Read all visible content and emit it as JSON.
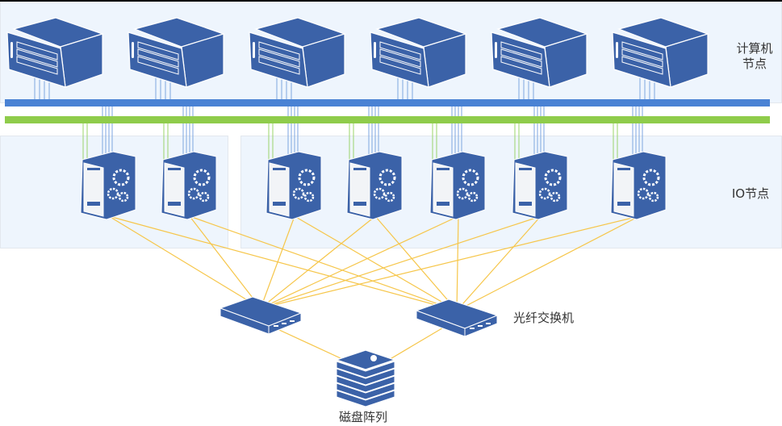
{
  "labels": {
    "compute_nodes": "计算机\n节点",
    "compute_line1": "计算机",
    "compute_line2": "节点",
    "io_nodes": "IO节点",
    "fc_switch": "光纤交换机",
    "disk_array": "磁盘阵列"
  },
  "colors": {
    "server_blue": "#3b62a8",
    "bus_blue": "#4a82d4",
    "bus_green": "#8fcc4b",
    "fiber_yellow": "#f6c64a",
    "band_bg": "#eef5fd"
  },
  "topology": {
    "compute_node_count": 6,
    "io_node_count": 7,
    "fc_switch_count": 2,
    "disk_array_count": 1
  }
}
